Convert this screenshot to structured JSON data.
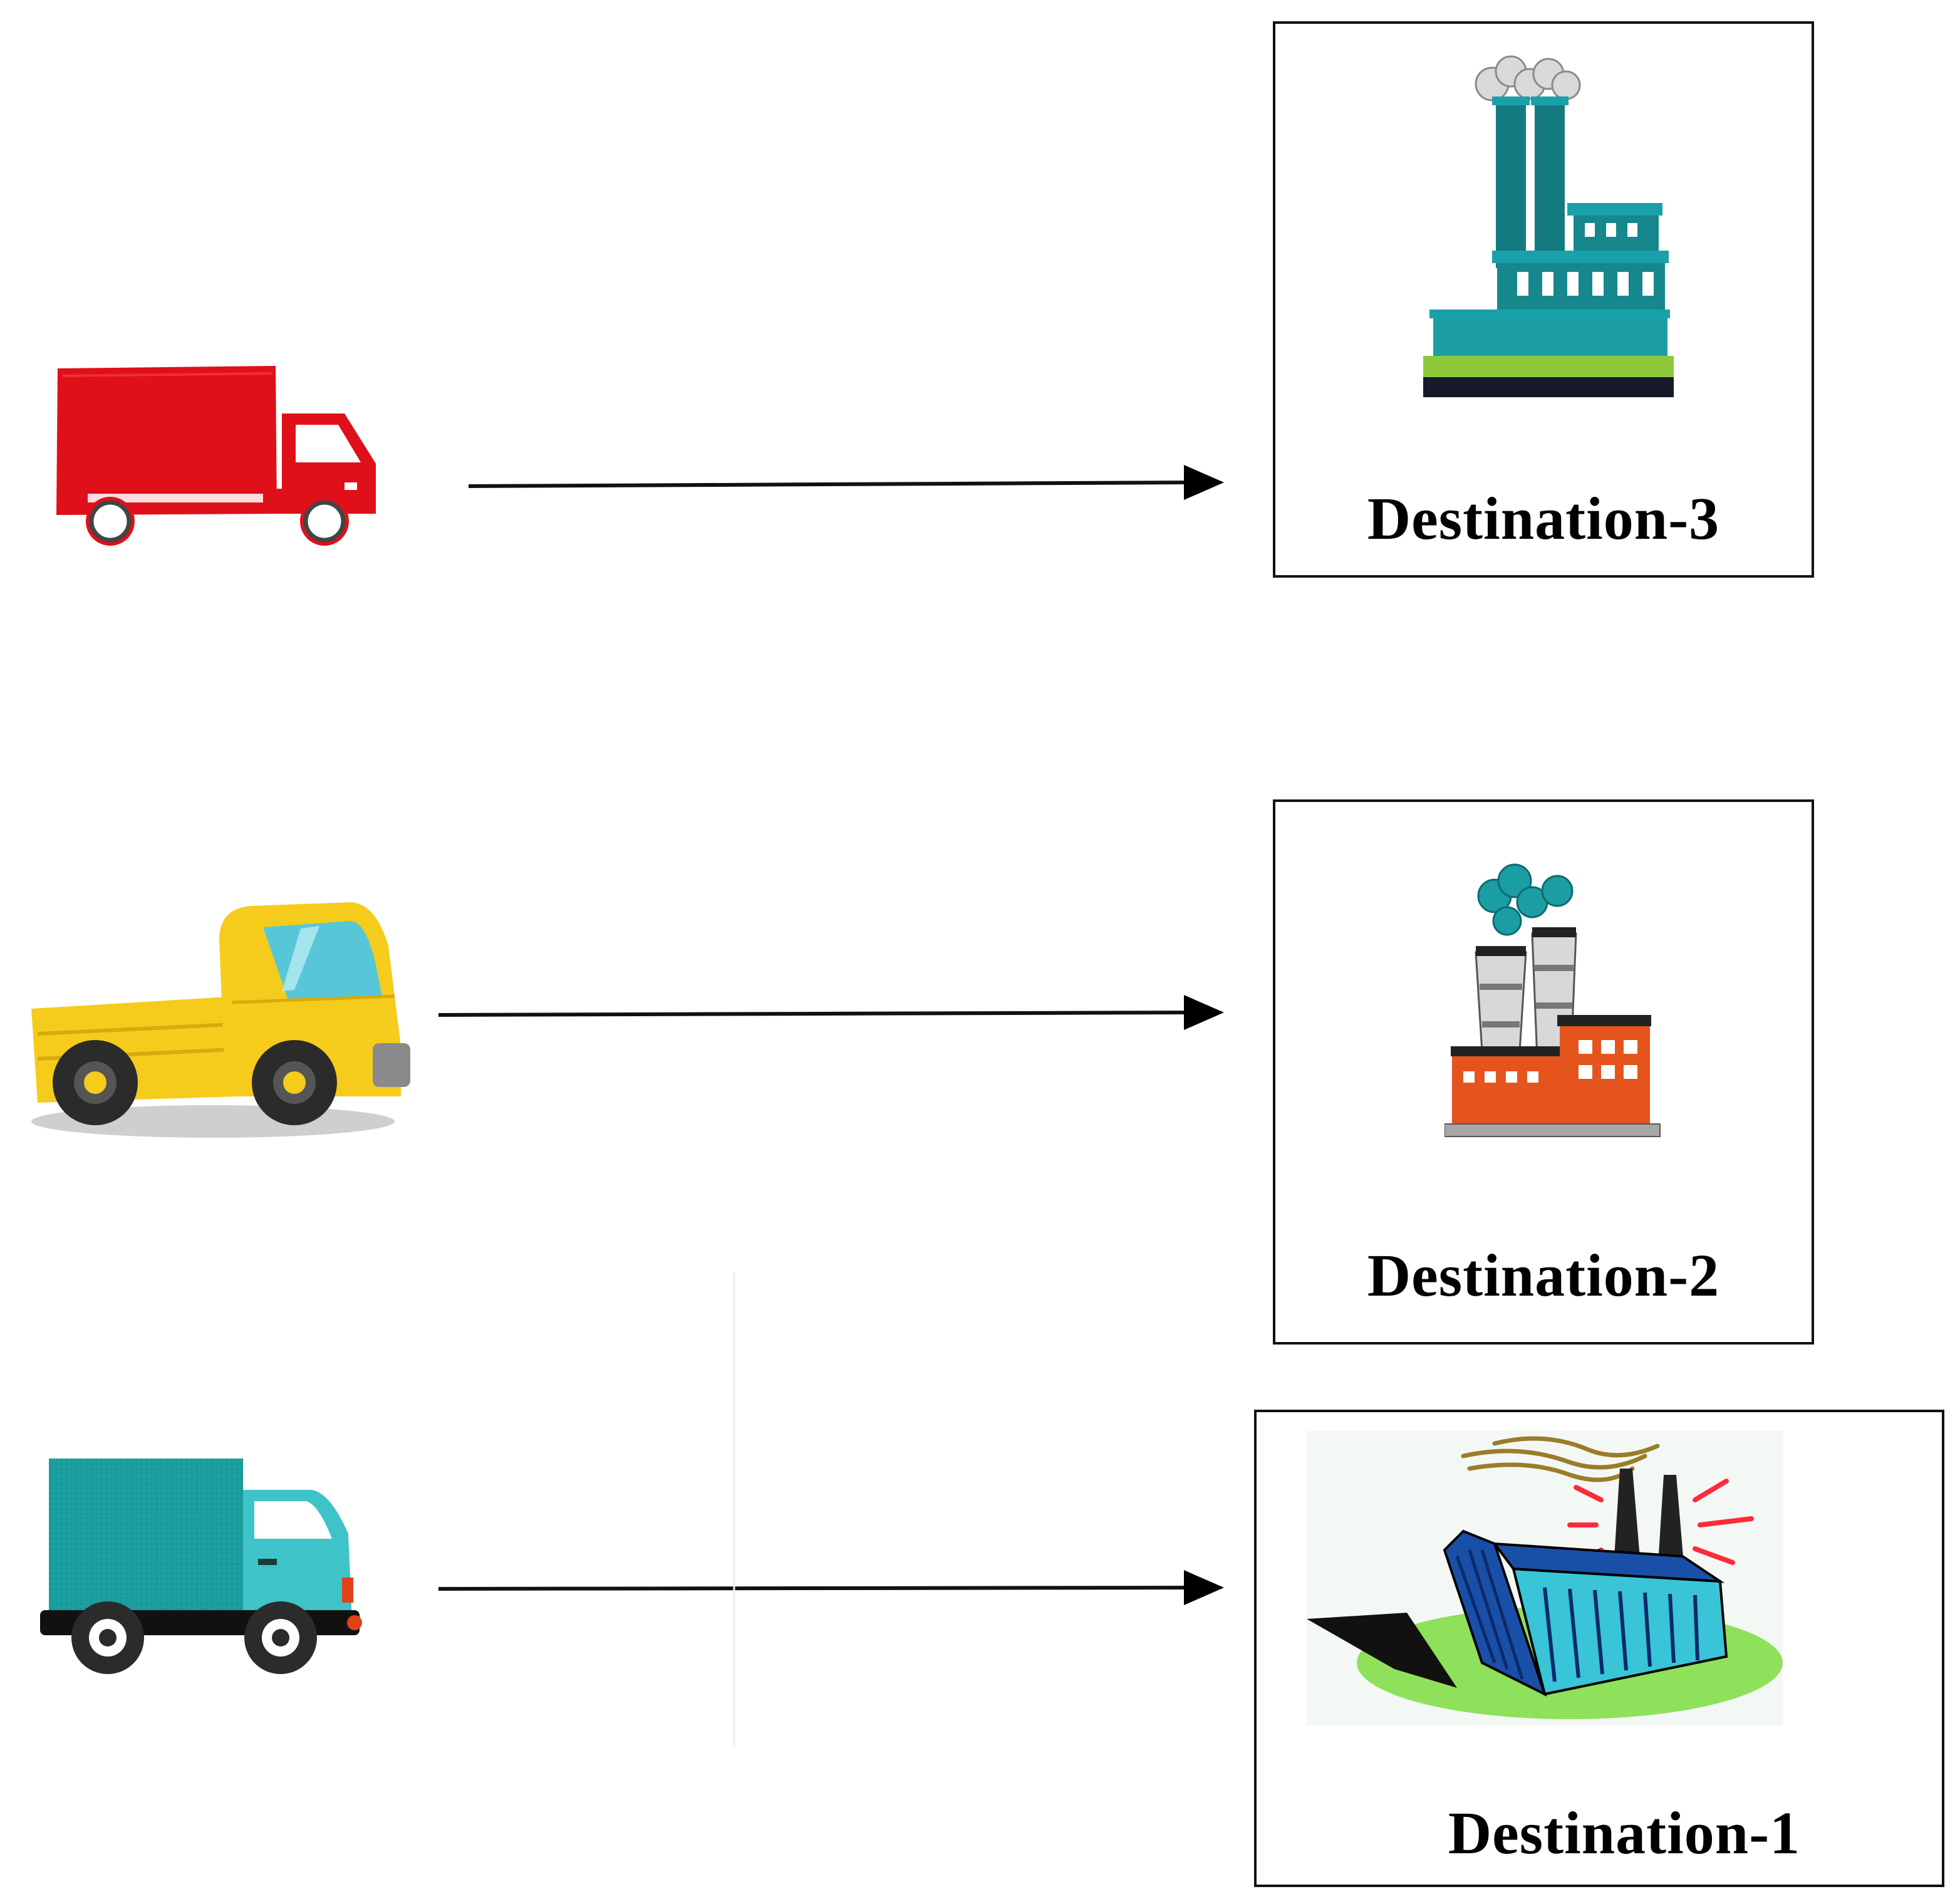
{
  "diagram": {
    "destinations": [
      {
        "id": "destination-3",
        "label": "Destination-3",
        "icon": "factory-teal-icon"
      },
      {
        "id": "destination-2",
        "label": "Destination-2",
        "icon": "factory-orange-icon"
      },
      {
        "id": "destination-1",
        "label": "Destination-1",
        "icon": "factory-blue-icon"
      }
    ],
    "vehicles": [
      {
        "id": "red-truck",
        "icon": "red-truck-icon",
        "color": "#e0101a"
      },
      {
        "id": "yellow-truck",
        "icon": "yellow-pickup-truck-icon",
        "color": "#f5cc1c"
      },
      {
        "id": "teal-truck",
        "icon": "teal-truck-icon",
        "color": "#1fa3a3"
      }
    ],
    "connections": [
      {
        "from": "red-truck",
        "to": "destination-3"
      },
      {
        "from": "yellow-truck",
        "to": "destination-2"
      },
      {
        "from": "teal-truck",
        "to": "destination-1"
      }
    ]
  }
}
